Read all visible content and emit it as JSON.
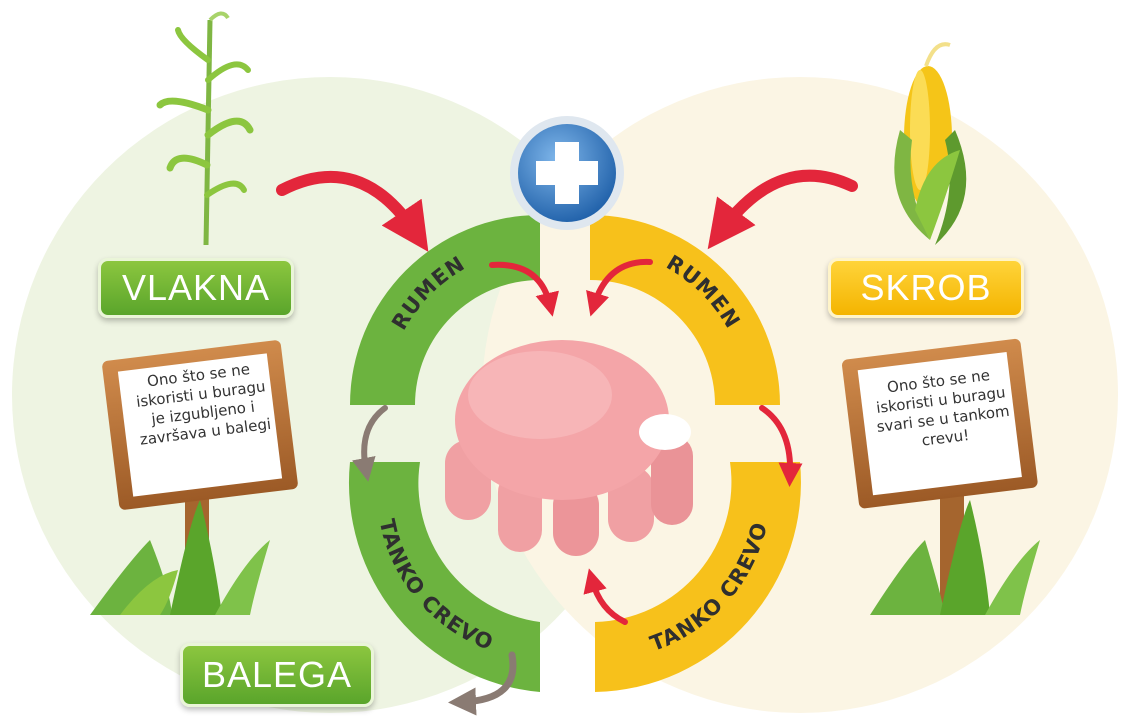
{
  "labels": {
    "vlakna": "VLAKNA",
    "skrob": "SKROB",
    "balega": "BALEGA"
  },
  "ring": {
    "rumen_left": "RUMEN",
    "rumen_right": "RUMEN",
    "tanko_left": "TANKO CREVO",
    "tanko_right": "TANKO CREVO"
  },
  "signs": {
    "left": [
      "Ono što se ne",
      "iskoristi u buragu",
      "je izgubljeno i",
      "završava u balegi"
    ],
    "right": [
      "Ono što se ne",
      "iskoristi u buragu",
      "svari se u tankom",
      "crevu!"
    ]
  },
  "colors": {
    "green": "#6cb33f",
    "yellow": "#f7c11b",
    "arrow_red": "#e3263b",
    "arrow_gray": "#8a7b73",
    "udder": "#f0a0a3"
  }
}
